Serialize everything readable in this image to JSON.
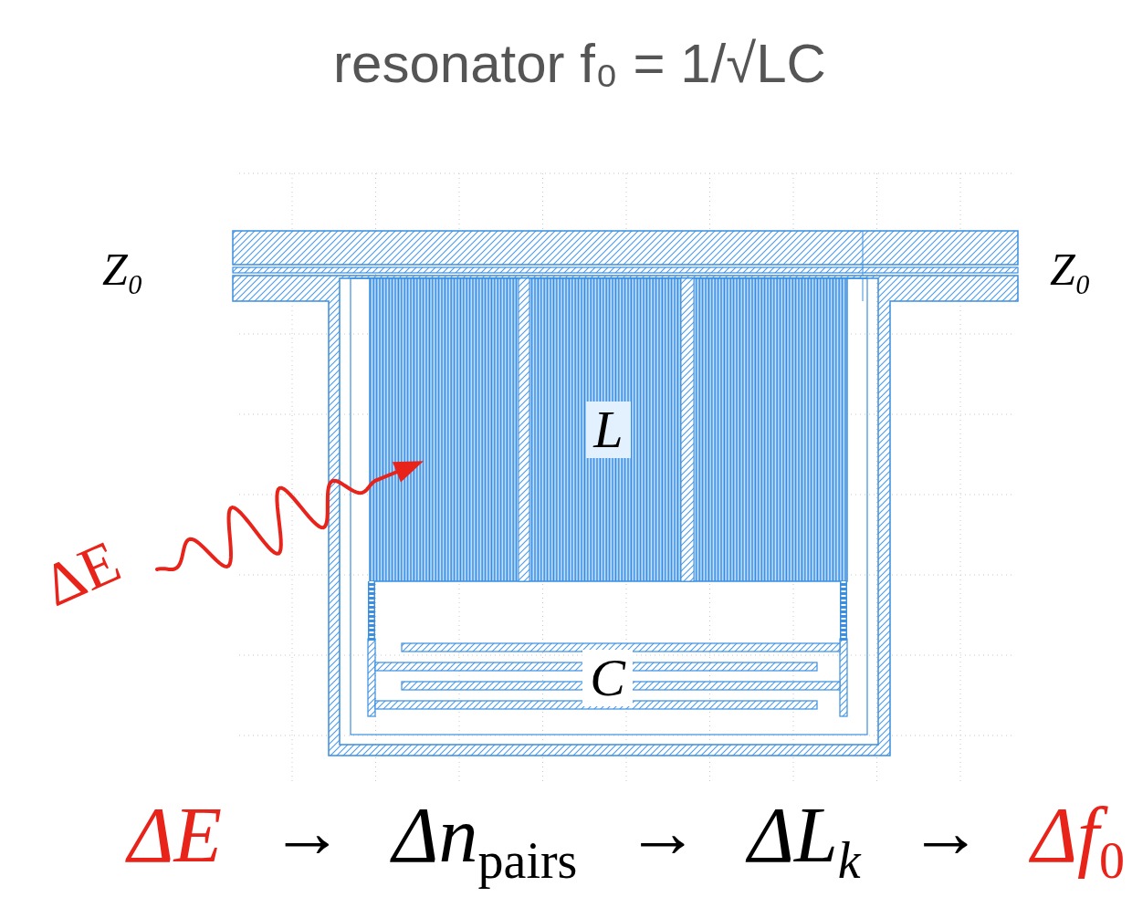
{
  "diagram": {
    "title": "resonator f₀ = 1/√LC",
    "nodes": [
      {
        "text": [
          "L"
        ]
      },
      {
        "text": [
          "C"
        ]
      }
    ],
    "edges": [
      {
        "from": 0,
        "to": 1,
        "arrow": "none"
      },
      {
        "from": 0,
        "to": 1,
        "arrow": "none"
      }
    ],
    "labels": [
      "Z₀",
      "Z₀",
      "ΔE",
      "ΔE",
      "→",
      "Δn",
      "pairs",
      "→",
      "ΔL",
      "k",
      "→",
      "Δf",
      "0"
    ]
  }
}
